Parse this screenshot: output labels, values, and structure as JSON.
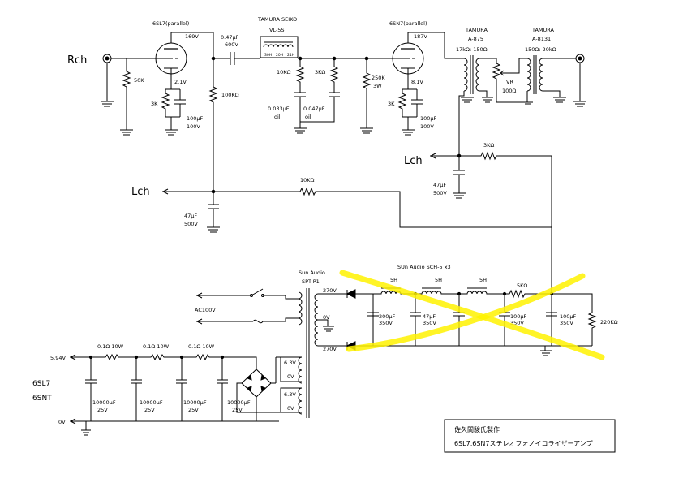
{
  "channels": {
    "rch": "Rch",
    "lch_top": "Lch",
    "lch_mid": "Lch"
  },
  "tube1": {
    "name": "6SL7(parallel)",
    "plate_v": "169V",
    "cathode_v": "2.1V"
  },
  "tube2": {
    "name": "6SN7(parallel)",
    "plate_v": "187V",
    "cathode_v": "8.1V"
  },
  "r_grid1": "50K",
  "r_cath1": "3K",
  "c_cath1": {
    "value": "100μF",
    "voltage": "100V"
  },
  "r_plate1": "100KΩ",
  "c_couple": {
    "value": "0.47μF",
    "voltage": "600V"
  },
  "vl": {
    "maker": "TAMURA SEIKO",
    "model": "VL-5S",
    "taps": [
      "30H",
      "20H",
      "21H"
    ]
  },
  "r_eq1": "10KΩ",
  "r_eq2": "3KΩ",
  "c_eq1": {
    "value": "0.033μF",
    "type": "oil"
  },
  "c_eq2": {
    "value": "0.047μF",
    "type": "oil"
  },
  "r_grid2": {
    "value": "250K",
    "power": "3W"
  },
  "r_cath2": "3K",
  "c_cath2": {
    "value": "100μF",
    "voltage": "100V"
  },
  "t_a875": {
    "maker": "TAMURA",
    "model": "A-875",
    "ratio": "17kΩ: 150Ω"
  },
  "t_a8131": {
    "maker": "TAMURA",
    "model": "A-8131",
    "ratio": "150Ω: 20kΩ"
  },
  "vr": {
    "label": "VR",
    "value": "100Ω"
  },
  "r_dec2": "3KΩ",
  "c_dec2": {
    "value": "47μF",
    "voltage": "500V"
  },
  "r_dec1": "10KΩ",
  "c_dec1": {
    "value": "47μF",
    "voltage": "500V"
  },
  "ptrans": {
    "maker": "Sun Audio",
    "model": "SPT-P1",
    "hv1": "270V",
    "hv2": "270V",
    "zero": "0V",
    "h1": "6.3V",
    "h1z": "0V",
    "h2": "6.3V",
    "h2z": "0V"
  },
  "mains": "AC100V",
  "chokes": {
    "title": "SUn Audio SCH-5 x3",
    "labels": [
      "5H",
      "5H",
      "5H"
    ]
  },
  "r_psu": "5KΩ",
  "psu_caps": [
    {
      "value": "200μF",
      "voltage": "350V"
    },
    {
      "value": "47μF",
      "voltage": "350V"
    },
    {
      "value": "",
      "voltage": ""
    },
    {
      "value": "100μF",
      "voltage": "350V"
    },
    {
      "value": "100μF",
      "voltage": "350V"
    }
  ],
  "r_bleed": "220KΩ",
  "heater": {
    "out_v": "5.94V",
    "zero_v": "0V",
    "tubes": [
      "6SL7",
      "6SNT"
    ],
    "resistors": [
      "0.1Ω 10W",
      "0.1Ω 10W",
      "0.1Ω 10W"
    ],
    "caps": [
      {
        "value": "10000μF",
        "voltage": "25V"
      },
      {
        "value": "10000μF",
        "voltage": "25V"
      },
      {
        "value": "10000μF",
        "voltage": "25V"
      },
      {
        "value": "10000μF",
        "voltage": "25V"
      }
    ]
  },
  "titleblock": {
    "author": "佐久間駿氏製作",
    "title": "6SL7,6SN7ステレオフォノイコライザーアンプ"
  },
  "overlay_color": "#fff200"
}
